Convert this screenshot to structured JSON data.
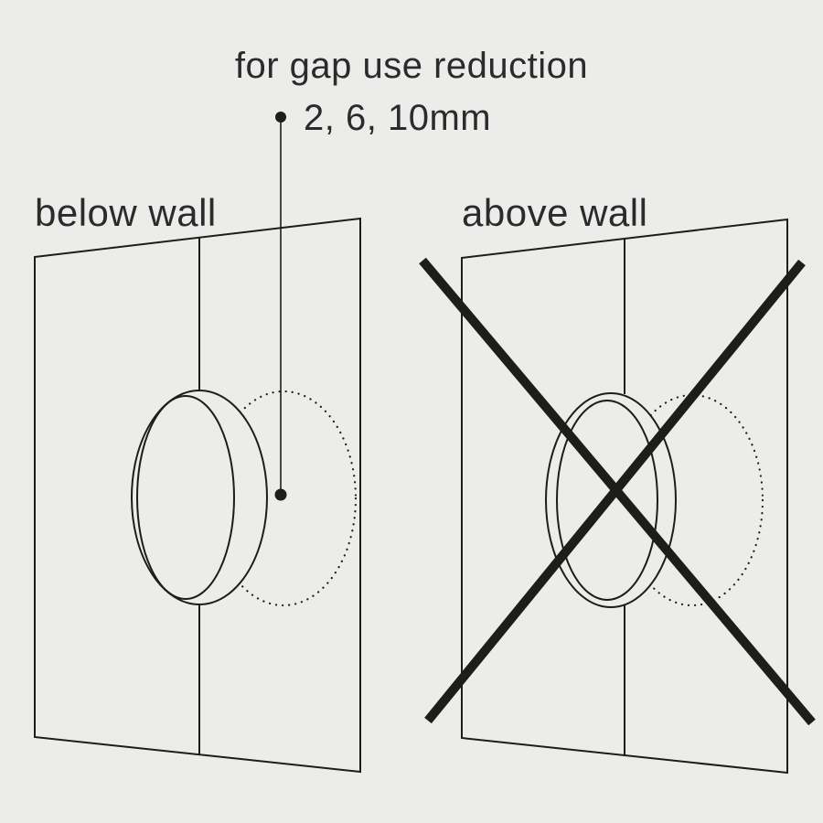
{
  "colors": {
    "bg": "#ececea",
    "ink": "#1d1d1b",
    "text": "#2b2b2b"
  },
  "annotation": {
    "line1": "for gap use reduction",
    "line2": "2, 6, 10mm",
    "reduction_values_mm": [
      2,
      6,
      10
    ]
  },
  "panels": {
    "left": {
      "label": "below wall",
      "allowed": true
    },
    "right": {
      "label": "above wall",
      "allowed": false
    }
  }
}
